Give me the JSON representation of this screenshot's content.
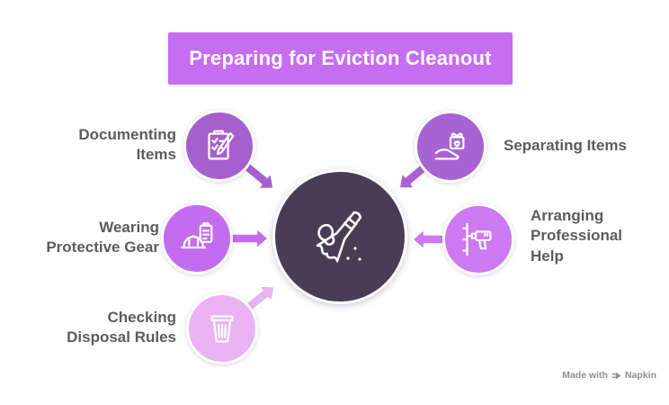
{
  "title": "Preparing for Eviction Cleanout",
  "colors": {
    "banner": "#c76df2",
    "hub": "#493c54",
    "label_text": "#5c5c5c",
    "watermark_text": "#8f8f8f"
  },
  "hub": {
    "icon": "broom-sweep-icon"
  },
  "nodes": [
    {
      "id": "documenting-items",
      "label": "Documenting\nItems",
      "icon": "clipboard-checklist-icon",
      "color": "#a560ce"
    },
    {
      "id": "wearing-protective-gear",
      "label": "Wearing\nProtective Gear",
      "icon": "hard-hat-icon",
      "color": "#c46cf0"
    },
    {
      "id": "checking-disposal-rules",
      "label": "Checking\nDisposal Rules",
      "icon": "trash-can-icon",
      "color": "#e9b3f4"
    },
    {
      "id": "separating-items",
      "label": "Separating Items",
      "icon": "gift-in-hand-icon",
      "color": "#a763d2"
    },
    {
      "id": "arranging-professional-help",
      "label": "Arranging\nProfessional\nHelp",
      "icon": "drill-icon",
      "color": "#cd79f1"
    }
  ],
  "watermark": {
    "prefix": "Made with",
    "brand": "Napkin"
  }
}
